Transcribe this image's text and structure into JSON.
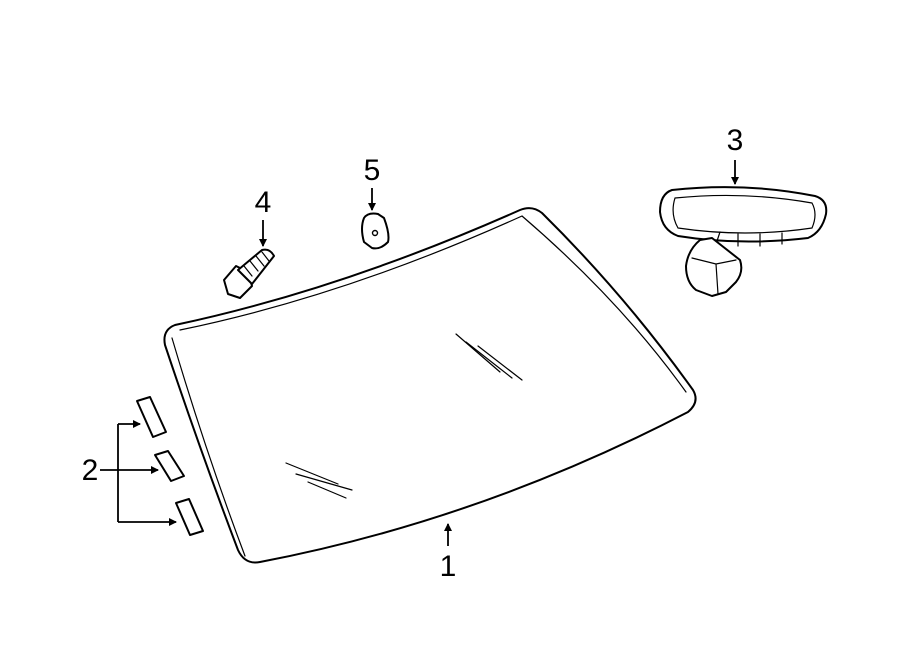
{
  "callouts": {
    "windshield": "1",
    "moldings": "2",
    "mirror": "3",
    "bolt": "4",
    "clip": "5"
  }
}
